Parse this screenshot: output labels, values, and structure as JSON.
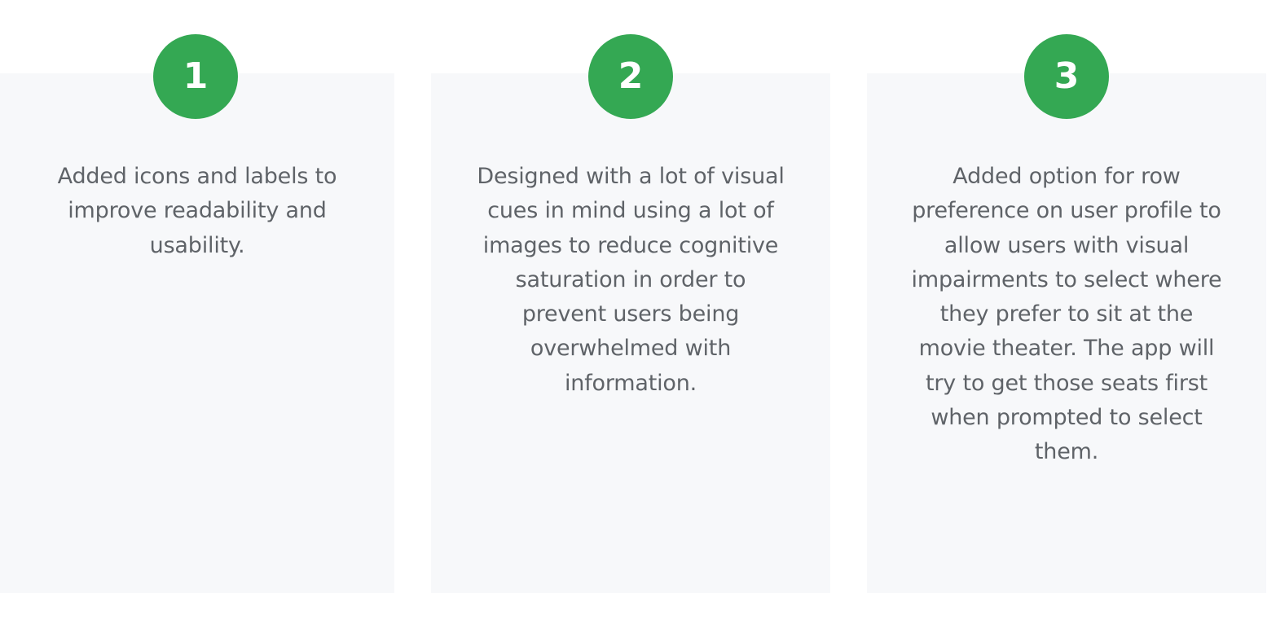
{
  "theme": {
    "accent": "#34a853",
    "card_background": "#f7f8fa",
    "text_color": "#5f6368"
  },
  "steps": [
    {
      "number": "1",
      "text": "Added icons and labels to improve readability and usability."
    },
    {
      "number": "2",
      "text": "Designed with a lot of visual cues in mind using a lot of images to reduce cognitive saturation in order to prevent users being overwhelmed with information."
    },
    {
      "number": "3",
      "text": "Added option for row preference on user profile to allow users with visual impairments to select where they prefer to sit at the movie theater. The app will try to get those seats first when prompted to select them."
    }
  ]
}
